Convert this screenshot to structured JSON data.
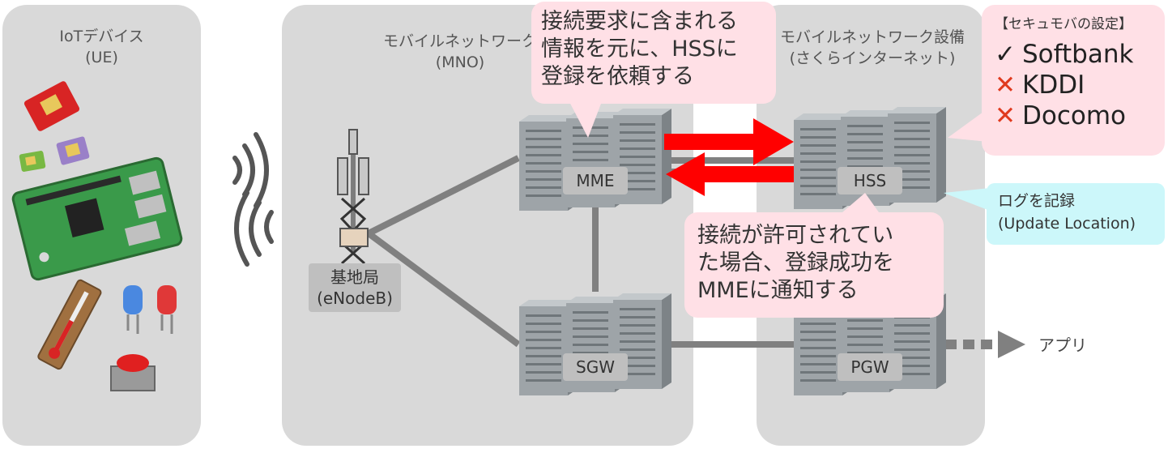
{
  "panels": {
    "iot": {
      "title_line1": "IoTデバイス",
      "title_line2": "(UE)"
    },
    "mno": {
      "title_line1": "モバイルネットワーク",
      "title_line2": "(MNO)"
    },
    "sakura": {
      "title_line1": "モバイルネットワーク設備",
      "title_line2": "(さくらインターネット)"
    }
  },
  "nodes": {
    "enodeb_line1": "基地局",
    "enodeb_line2": "(eNodeB)",
    "mme": "MME",
    "sgw": "SGW",
    "hss": "HSS",
    "pgw": "PGW",
    "app": "アプリ"
  },
  "callouts": {
    "mme_request": "接続要求に含まれる\n情報を元に、HSSに\n登録を依頼する",
    "hss_reply": "接続が許可されてい\nた場合、登録成功を\nMMEに通知する",
    "log_line1": "ログを記録",
    "log_line2": "(Update Location)",
    "settings_title": "【セキュモバの設定】",
    "carriers": [
      {
        "name": "Softbank",
        "status": "allowed",
        "mark": "✓"
      },
      {
        "name": "KDDI",
        "status": "denied",
        "mark": "✕"
      },
      {
        "name": "Docomo",
        "status": "denied",
        "mark": "✕"
      }
    ]
  },
  "colors": {
    "panel": "#d9d9d9",
    "arrow_red": "#ff0000",
    "pink_callout": "#ffe0e6",
    "cyan_callout": "#ccf7fa",
    "link_gray": "#808080",
    "deny_red": "#e03a1e"
  }
}
